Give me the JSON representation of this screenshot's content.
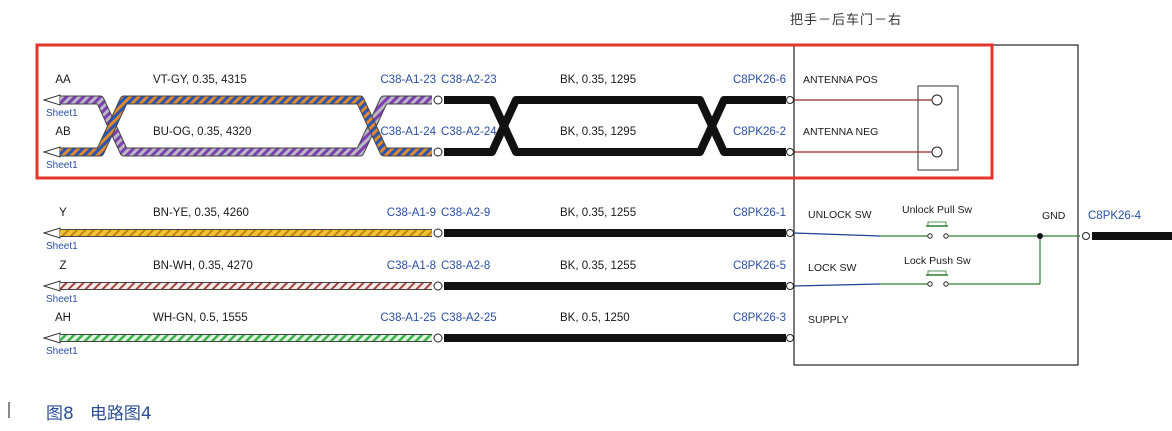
{
  "header_title": "把手－后车门－右",
  "caption": {
    "figure": "图8",
    "text": "电路图4"
  },
  "colors": {
    "highlight_box": "#e4352c",
    "connector_text": "#2a4fa6",
    "black_wire": "#111111",
    "antenna_wire": "#8b2b2b",
    "switch_wire": "#2e7d32",
    "supply_wire": "#1f3f8f"
  },
  "sheet_label": "Sheet1",
  "wires": [
    {
      "pin": "AA",
      "left_spec": "VT-GY, 0.35, 4315",
      "left_conn": "C38-A1-23",
      "right_conn": "C38-A2-23",
      "mid_spec": "BK, 0.35, 1295",
      "end_conn": "C8PK26-6",
      "function": "ANTENNA POS"
    },
    {
      "pin": "AB",
      "left_spec": "BU-OG, 0.35, 4320",
      "left_conn": "C38-A1-24",
      "right_conn": "C38-A2-24",
      "mid_spec": "BK, 0.35, 1295",
      "end_conn": "C8PK26-2",
      "function": "ANTENNA NEG"
    },
    {
      "pin": "Y",
      "left_spec": "BN-YE, 0.35, 4260",
      "left_conn": "C38-A1-9",
      "right_conn": "C38-A2-9",
      "mid_spec": "BK, 0.35, 1255",
      "end_conn": "C8PK26-1",
      "function": "UNLOCK SW"
    },
    {
      "pin": "Z",
      "left_spec": "BN-WH, 0.35, 4270",
      "left_conn": "C38-A1-8",
      "right_conn": "C38-A2-8",
      "mid_spec": "BK, 0.35, 1255",
      "end_conn": "C8PK26-5",
      "function": "LOCK SW"
    },
    {
      "pin": "AH",
      "left_spec": "WH-GN, 0.5, 1555",
      "left_conn": "C38-A1-25",
      "right_conn": "C38-A2-25",
      "mid_spec": "BK, 0.5, 1250",
      "end_conn": "C8PK26-3",
      "function": "SUPPLY"
    }
  ],
  "switches": {
    "unlock": "Unlock Pull Sw",
    "lock": "Lock Push Sw"
  },
  "ground": {
    "label": "GND",
    "conn": "C8PK26-4"
  },
  "wire_colors": [
    [
      "#7e3fb0",
      "#b9b9c4"
    ],
    [
      "#2b55b3",
      "#e08a2c"
    ],
    [
      "#9a5a20",
      "#f0c431"
    ],
    [
      "#9a5a20",
      "#f4f4f4"
    ],
    [
      "#f4f4f4",
      "#3cb44b"
    ]
  ]
}
